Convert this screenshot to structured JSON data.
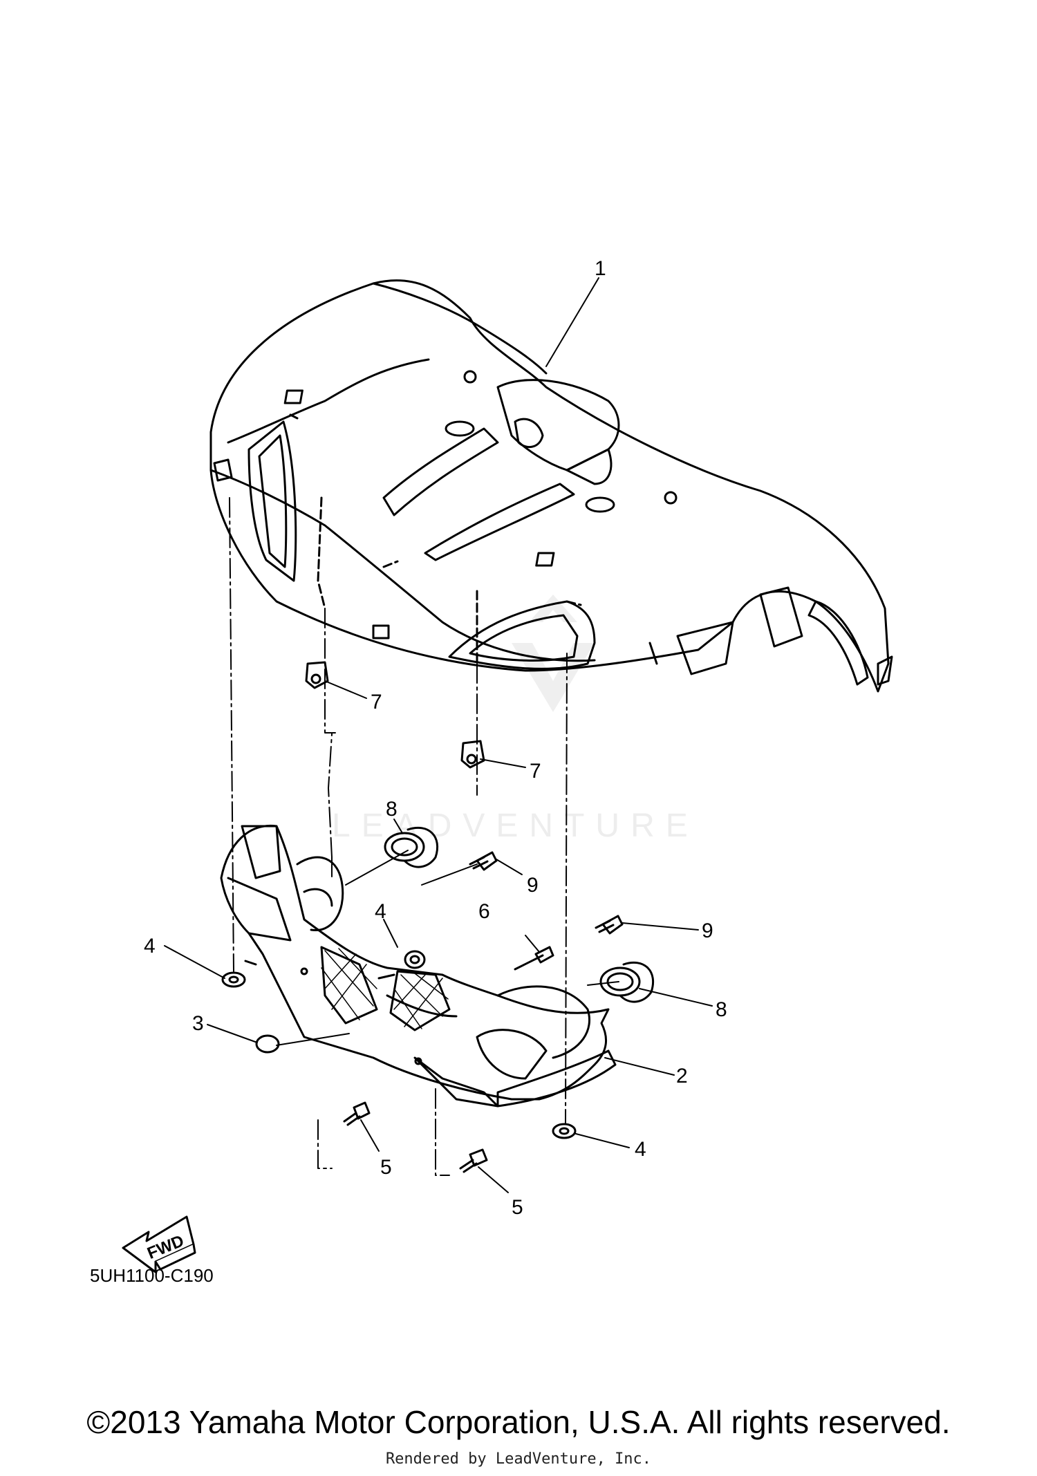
{
  "diagram": {
    "callouts": [
      {
        "key": "c1",
        "label": "1"
      },
      {
        "key": "c7a",
        "label": "7"
      },
      {
        "key": "c7b",
        "label": "7"
      },
      {
        "key": "c8a",
        "label": "8"
      },
      {
        "key": "c9a",
        "label": "9"
      },
      {
        "key": "c4a",
        "label": "4"
      },
      {
        "key": "c6",
        "label": "6"
      },
      {
        "key": "c9b",
        "label": "9"
      },
      {
        "key": "c4b",
        "label": "4"
      },
      {
        "key": "c8b",
        "label": "8"
      },
      {
        "key": "c3",
        "label": "3"
      },
      {
        "key": "c2",
        "label": "2"
      },
      {
        "key": "c4c",
        "label": "4"
      },
      {
        "key": "c5a",
        "label": "5"
      },
      {
        "key": "c5b",
        "label": "5"
      }
    ],
    "fwd_label": "FWD",
    "watermark": "LEADVENTURE",
    "diagram_code": "5UH1100-C190"
  },
  "footer": {
    "copyright": "©2013 Yamaha Motor Corporation, U.S.A. All rights reserved.",
    "rendered_by": "Rendered by LeadVenture, Inc."
  }
}
